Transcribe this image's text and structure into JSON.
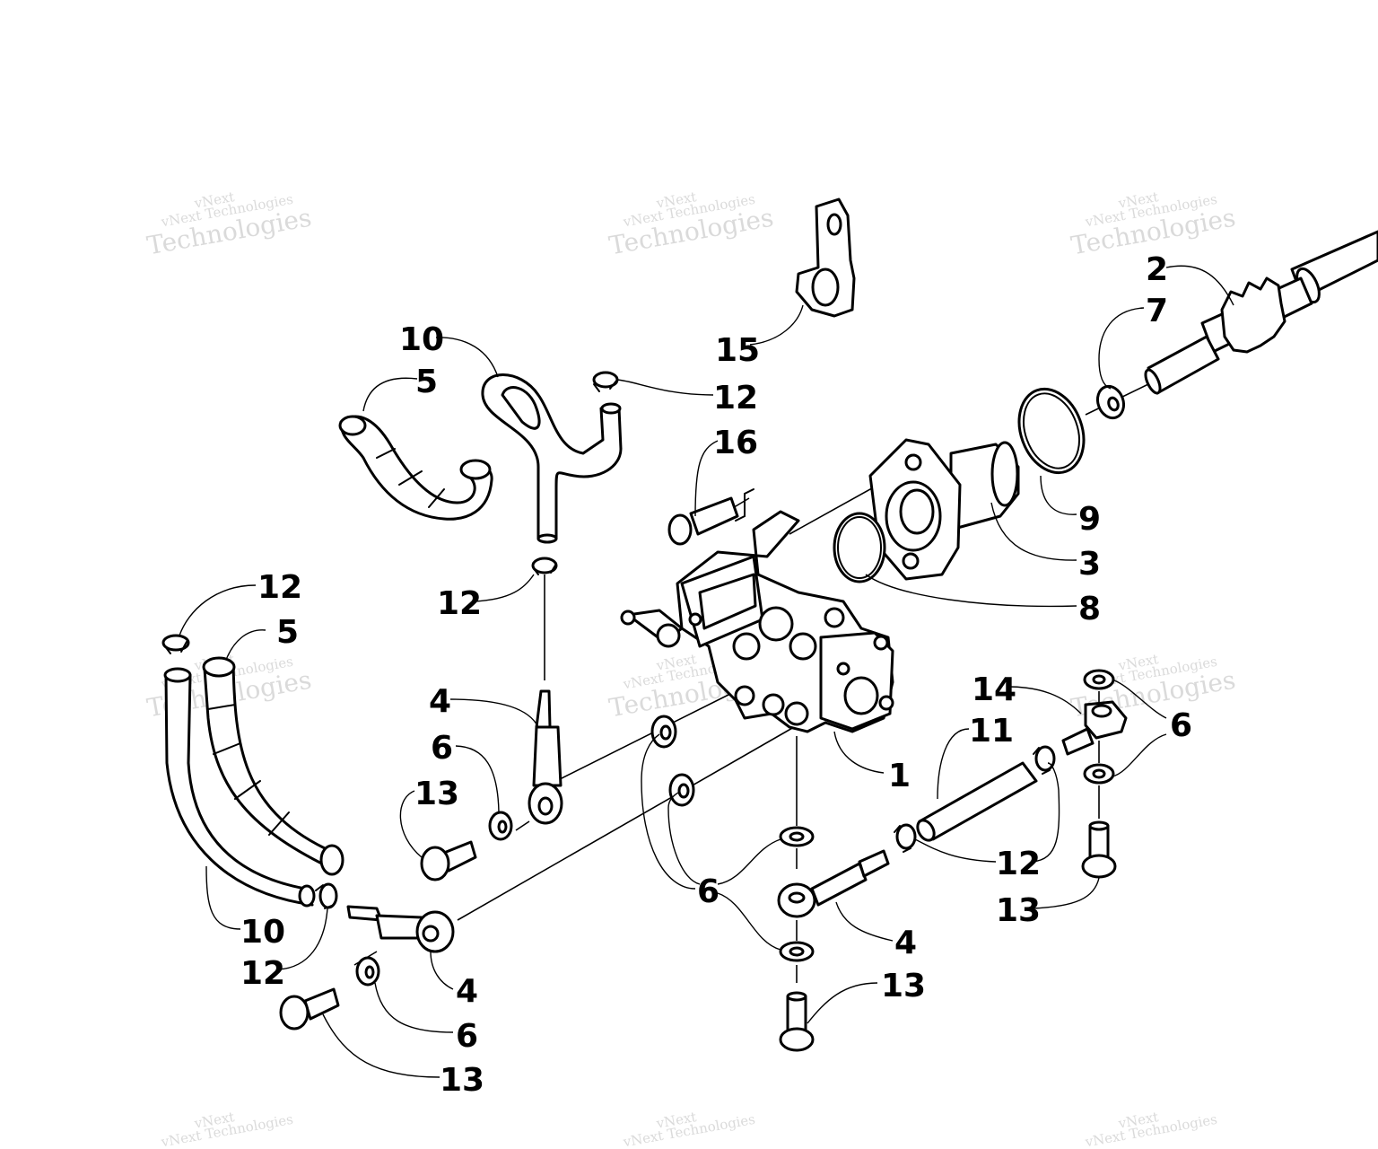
{
  "watermark": {
    "line_small": "vNext Technologies",
    "line_top": "vNext",
    "line_big": "Technologies"
  },
  "callouts": {
    "c2": "2",
    "c7": "7",
    "c15": "15",
    "c10a": "10",
    "c5a": "5",
    "c12a": "12",
    "c16": "16",
    "c9": "9",
    "c3": "3",
    "c8": "8",
    "c12b": "12",
    "c12c": "12",
    "c5b": "5",
    "c4a": "4",
    "c6a": "6",
    "c13a": "13",
    "c1": "1",
    "c14": "14",
    "c6b": "6",
    "c11": "11",
    "c12d": "12",
    "c13b": "13",
    "c6c": "6",
    "c4b": "4",
    "c13c": "13",
    "c10b": "10",
    "c12e": "12",
    "c4c": "4",
    "c6d": "6",
    "c13d": "13"
  }
}
